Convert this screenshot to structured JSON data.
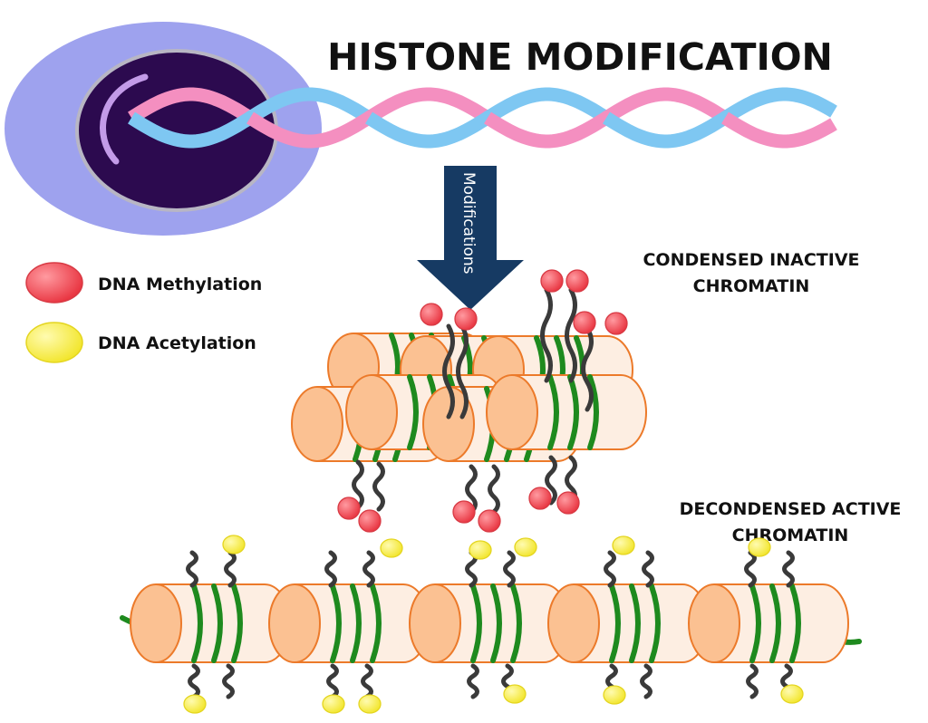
{
  "title": "HISTONE MODIFICATION",
  "arrow_label": "Modifications",
  "legend": [
    {
      "label": "DNA Methylation",
      "color": "#f0555e"
    },
    {
      "label": "DNA Acetylation",
      "color": "#fbf23c"
    }
  ],
  "labels": {
    "condensed_line1": "CONDENSED INACTIVE",
    "condensed_line2": "CHROMATIN",
    "decondensed_line1": "DECONDENSED ACTIVE",
    "decondensed_line2": "CHROMATIN"
  },
  "colors": {
    "cell_outer": "#9ea2ee",
    "nucleus": "#2c0a4f",
    "dna_strand_a": "#f48fc0",
    "dna_strand_b": "#7ec7f2",
    "arrow": "#163a63",
    "histone_fill": "#fbc192",
    "histone_stroke": "#ec7a2a",
    "dna_wrap": "#1e8a1e",
    "tail": "#3a3a3a",
    "methyl": "#f0555e",
    "acetyl": "#fbf23c"
  }
}
